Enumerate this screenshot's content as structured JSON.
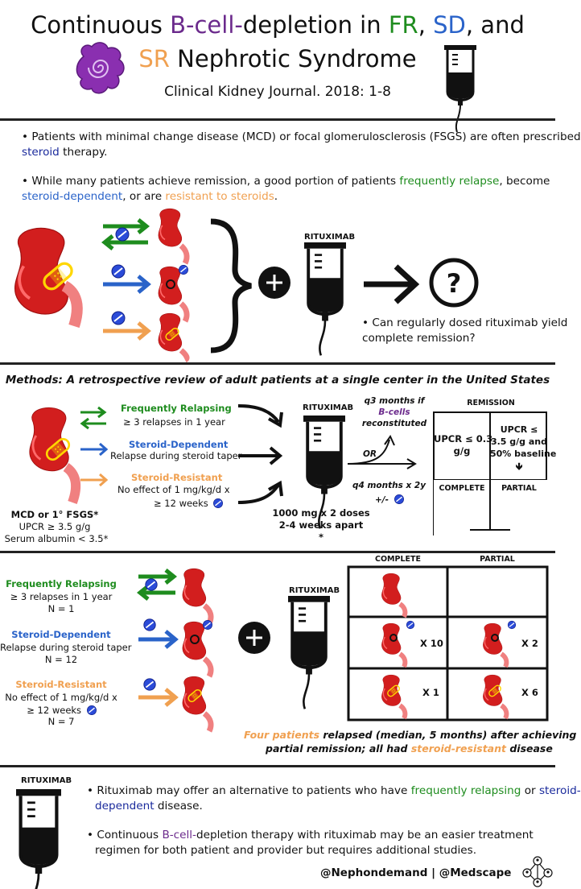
{
  "colors": {
    "green": "#1e8c1e",
    "blue": "#2a63c9",
    "orange": "#f0a050",
    "purple": "#6b2a8c",
    "navy": "#1a2a9c",
    "kidney": "#d21e1e",
    "ureter": "#f08080"
  },
  "header": {
    "title_line1": [
      "Continuous ",
      "B-cell-",
      "depletion in ",
      "FR",
      ", ",
      "SD",
      ", and"
    ],
    "title_line2": [
      "SR",
      " Nephrotic Syndrome"
    ],
    "citation": "Clinical Kidney Journal. 2018: 1-8"
  },
  "intro": {
    "bullet1": [
      "• Patients with minimal change disease (MCD) or focal glomerulosclerosis (FSGS) are often prescribed",
      "steroid",
      " therapy."
    ],
    "bullet2_line1": [
      "• While many patients achieve remission, a good portion of patients ",
      "frequently relapse",
      ", become"
    ],
    "bullet2_line2": [
      "steroid-dependent",
      ", or are ",
      "resistant to steroids",
      "."
    ],
    "rituximab_label": "RITUXIMAB",
    "question_line1": "• Can regularly dosed rituximab yield",
    "question_line2": "complete remission?"
  },
  "methods": {
    "heading": "Methods:  A retrospective review of adult patients at a single center in the United States",
    "criteria_line1": "MCD or 1° FSGS*",
    "criteria_line2": "UPCR ≥ 3.5 g/g",
    "criteria_line3": "Serum albumin < 3.5*",
    "fr_title": "Frequently Relapsing",
    "fr_desc": "≥ 3 relapses in 1 year",
    "sd_title": "Steroid-Dependent",
    "sd_desc": "Relapse during steroid taper",
    "sr_title": "Steroid-Resistant",
    "sr_desc1": "No effect of 1 mg/kg/d x",
    "sr_desc2": "≥ 12 weeks",
    "rituximab_label": "RITUXIMAB",
    "dose_line1": "1000 mg x 2 doses",
    "dose_line2": "2-4 weeks apart",
    "dose_line3": "*",
    "q3_line1": "q3 months if",
    "q3_line2": "B-cells",
    "q3_line3": "reconstituted",
    "or_label": "OR",
    "q4_line1": "q4 months x 2y",
    "q4_line2": "+/-",
    "remission_title": "REMISSION",
    "complete_criteria": [
      "UPCR ≤ 0.3",
      "g/g"
    ],
    "partial_criteria": [
      "UPCR ≤",
      "3.5 g/g and",
      "50% baseline"
    ],
    "partial_arrow": "🡻",
    "complete_label": "COMPLETE",
    "partial_label": "PARTIAL"
  },
  "results": {
    "fr_title": "Frequently Relapsing",
    "fr_desc": "≥ 3 relapses in 1 year",
    "fr_n": "N = 1",
    "sd_title": "Steroid-Dependent",
    "sd_desc": "Relapse during steroid taper",
    "sd_n": "N = 12",
    "sr_title": "Steroid-Resistant",
    "sr_desc1": "No effect of 1 mg/kg/d x",
    "sr_desc2": "≥ 12 weeks",
    "sr_n": "N = 7",
    "rituximab_label": "RITUXIMAB",
    "col_complete": "COMPLETE",
    "col_partial": "PARTIAL",
    "sd_complete": "X 10",
    "sd_partial": "X 2",
    "sr_complete": "X 1",
    "sr_partial": "X 6",
    "relapse_line1": [
      "Four patients",
      " relapsed (median, 5 months) after achieving"
    ],
    "relapse_line2": [
      "partial remission; all had ",
      "steroid-resistant",
      " disease"
    ]
  },
  "conclusion": {
    "rituximab_label": "RITUXIMAB",
    "bullet1_line1": [
      "• Rituximab may offer an alternative to patients who have ",
      "frequently relapsing",
      " or ",
      "steroid-"
    ],
    "bullet1_line2": [
      "dependent",
      " disease."
    ],
    "bullet2_line1": [
      "• Continuous ",
      "B-cell-",
      "depletion therapy with rituximab may be an easier treatment"
    ],
    "bullet2_line2": "regimen for both patient and provider but requires additional studies.",
    "credit": "@Nephondemand | @Medscape"
  }
}
